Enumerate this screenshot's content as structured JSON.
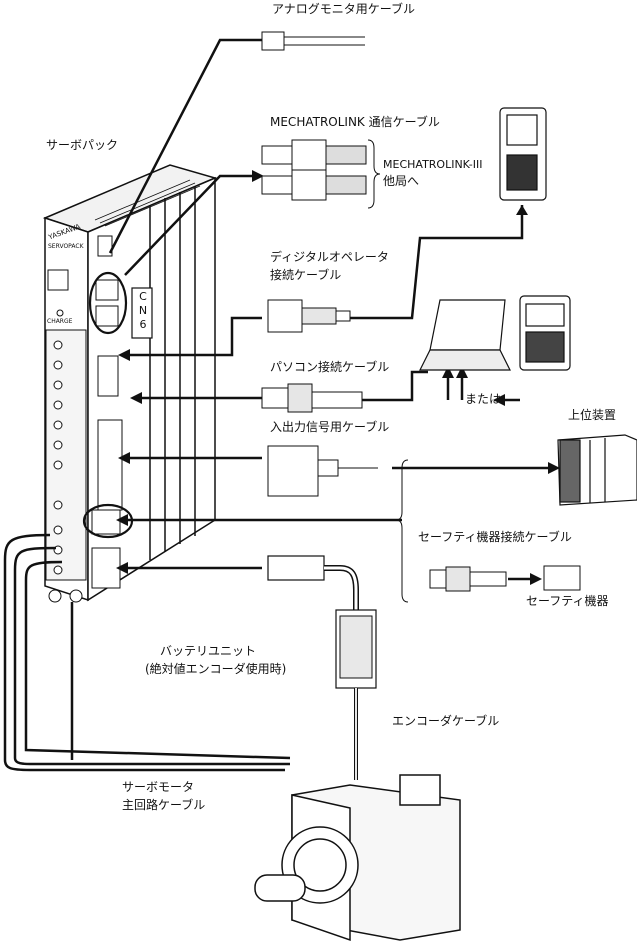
{
  "labels": {
    "analog_monitor_cable": "アナログモニタ用ケーブル",
    "servopack": "サーボパック",
    "mechatrolink_cable": "MECHATROLINK 通信ケーブル",
    "mechatrolink_other_1": "MECHATROLINK-III",
    "mechatrolink_other_2": "他局へ",
    "cn6": "C N 6",
    "digital_operator_cable_1": "ディジタルオペレータ",
    "digital_operator_cable_2": "接続ケーブル",
    "pc_cable": "パソコン接続ケーブル",
    "or": "または",
    "io_cable": "入出力信号用ケーブル",
    "host_device": "上位装置",
    "safety_cable": "セーフティ機器接続ケーブル",
    "safety_device": "セーフティ機器",
    "battery_unit_1": "バッテリユニット",
    "battery_unit_2": "(絶対値エンコーダ使用時)",
    "encoder_cable": "エンコーダケーブル",
    "motor_main_cable_1": "サーボモータ",
    "motor_main_cable_2": "主回路ケーブル",
    "brand": "YASKAWA",
    "servopack_logo": "SERVOPACK",
    "charge": "CHARGE"
  },
  "colors": {
    "line": "#111111",
    "device_fill": "#ffffff",
    "shade": "#d9d9d9"
  }
}
